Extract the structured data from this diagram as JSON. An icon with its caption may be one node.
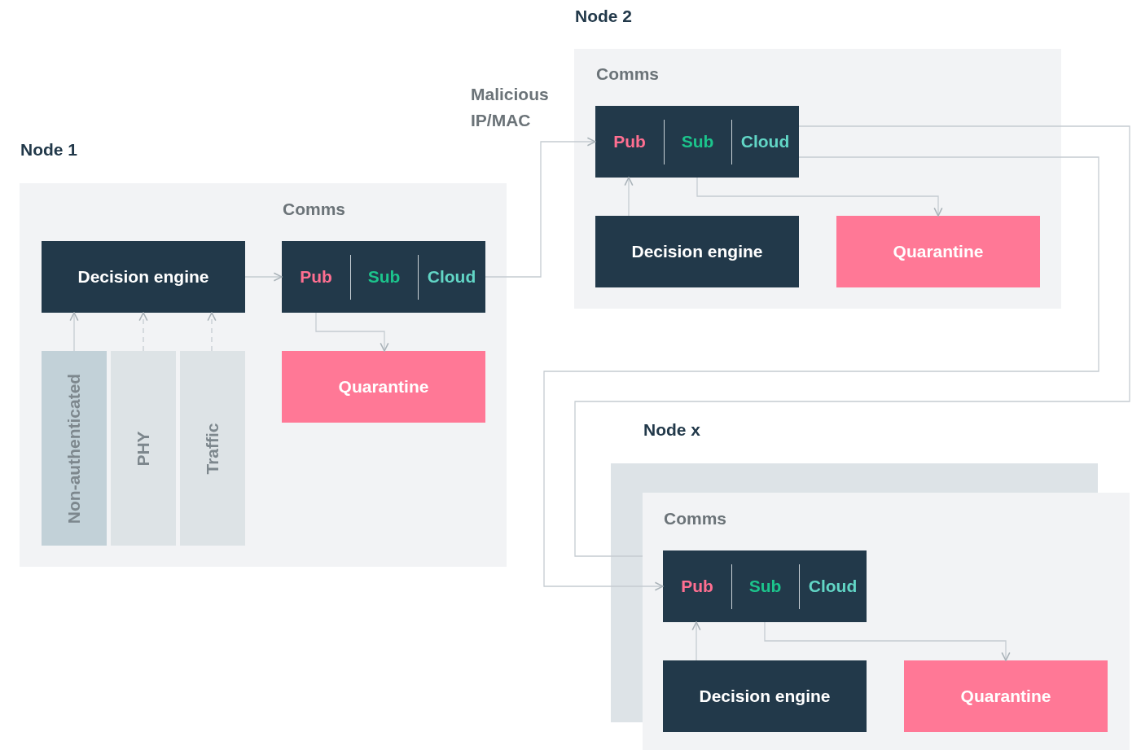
{
  "diagram": {
    "nodes": [
      {
        "text": [
          "Node 1"
        ]
      },
      {
        "text": [
          "Decision engine"
        ],
        "in": 0
      },
      {
        "text": [
          "Comms"
        ],
        "in": 0
      },
      {
        "text": [
          "Pub"
        ],
        "in": 2
      },
      {
        "text": [
          "Sub"
        ],
        "in": 2
      },
      {
        "text": [
          "Cloud"
        ],
        "in": 2
      },
      {
        "text": [
          "Quarantine"
        ],
        "in": 0
      },
      {
        "text": [
          "Non-authenticated"
        ],
        "in": 0
      },
      {
        "text": [
          "PHY"
        ],
        "in": 0
      },
      {
        "text": [
          "Traffic"
        ],
        "in": 0
      },
      {
        "text": [
          "Node 2"
        ]
      },
      {
        "text": [
          "Comms"
        ],
        "in": 10
      },
      {
        "text": [
          "Pub"
        ],
        "in": 11
      },
      {
        "text": [
          "Sub"
        ],
        "in": 11
      },
      {
        "text": [
          "Cloud"
        ],
        "in": 11
      },
      {
        "text": [
          "Decision engine"
        ],
        "in": 10
      },
      {
        "text": [
          "Quarantine"
        ],
        "in": 10
      },
      {
        "text": [
          "Node x"
        ]
      },
      {
        "text": [
          "Comms"
        ],
        "in": 17
      },
      {
        "text": [
          "Pub"
        ],
        "in": 18
      },
      {
        "text": [
          "Sub"
        ],
        "in": 18
      },
      {
        "text": [
          "Cloud"
        ],
        "in": 18
      },
      {
        "text": [
          "Decision engine"
        ],
        "in": 17
      },
      {
        "text": [
          "Quarantine"
        ],
        "in": 17
      }
    ],
    "edges": [
      {
        "from": 7,
        "to": 1,
        "arrow": "to"
      },
      {
        "from": 8,
        "to": 1,
        "arrow": "to",
        "style": "dashed"
      },
      {
        "from": 9,
        "to": 1,
        "arrow": "to",
        "style": "dashed"
      },
      {
        "from": 1,
        "to": 3,
        "arrow": "to"
      },
      {
        "from": 3,
        "to": 6,
        "arrow": "to"
      },
      {
        "from": 5,
        "to": 12,
        "arrow": "to",
        "label": "Malicious IP/MAC"
      },
      {
        "from": 15,
        "to": 12,
        "arrow": "to"
      },
      {
        "from": 13,
        "to": 16,
        "arrow": "to"
      },
      {
        "from": 14,
        "to": 17,
        "arrow": "none"
      },
      {
        "from": 14,
        "to": 19,
        "arrow": "to"
      },
      {
        "from": 22,
        "to": 19,
        "arrow": "to"
      },
      {
        "from": 20,
        "to": 23,
        "arrow": "to"
      }
    ]
  }
}
